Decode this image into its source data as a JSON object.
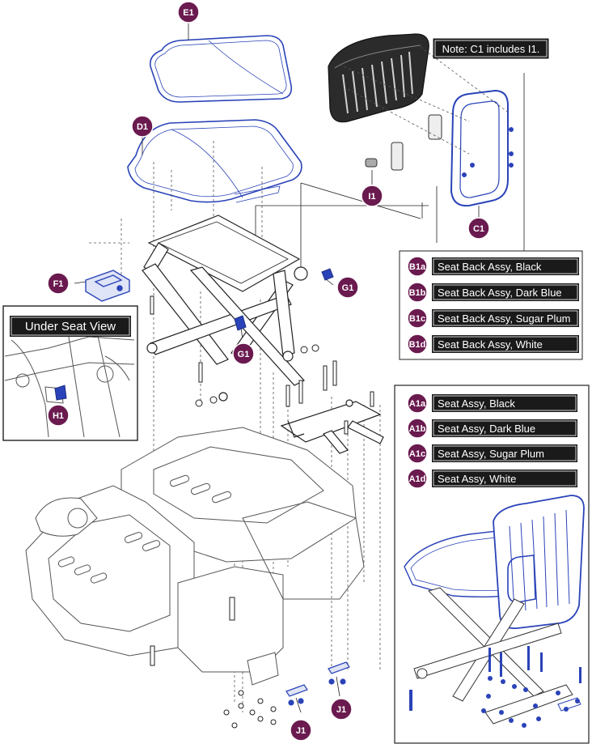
{
  "note": "Note: C1 includes I1.",
  "inset": {
    "title": "Under Seat View"
  },
  "colors": {
    "callout": "#6a1a4f",
    "part_blue": "#2a43b8",
    "line": "#333333",
    "label_bg": "#1a1a1a"
  },
  "callouts": {
    "e1": "E1",
    "d1": "D1",
    "c1": "C1",
    "i1": "I1",
    "f1": "F1",
    "g1a": "G1",
    "g1b": "G1",
    "h1": "H1",
    "j1a": "J1",
    "j1b": "J1"
  },
  "seat_back_list": [
    {
      "code": "B1a",
      "label": "Seat Back Assy, Black"
    },
    {
      "code": "B1b",
      "label": "Seat Back Assy, Dark Blue"
    },
    {
      "code": "B1c",
      "label": "Seat Back Assy, Sugar Plum"
    },
    {
      "code": "B1d",
      "label": "Seat Back Assy, White"
    }
  ],
  "seat_list": [
    {
      "code": "A1a",
      "label": "Seat Assy, Black"
    },
    {
      "code": "A1b",
      "label": "Seat Assy, Dark Blue"
    },
    {
      "code": "A1c",
      "label": "Seat Assy, Sugar Plum"
    },
    {
      "code": "A1d",
      "label": "Seat Assy, White"
    }
  ]
}
